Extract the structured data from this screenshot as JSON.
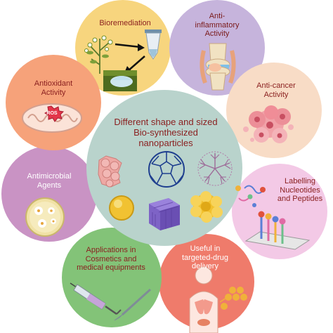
{
  "center": {
    "title": "Different shape and sized Bio-synthesized nanoparticles",
    "color": "#b9d3cc"
  },
  "petals": [
    {
      "key": "bioremediation",
      "label": "Bioremediation",
      "color": "#f7d57e"
    },
    {
      "key": "anti_inflammatory",
      "label": "Anti-inflammatory Activity",
      "color": "#c6b4dc"
    },
    {
      "key": "anti_cancer",
      "label": "Anti-cancer Activity",
      "color": "#f8dcc6"
    },
    {
      "key": "labelling",
      "label": "Labelling Nucleotides and Peptides",
      "color": "#f3c9e6"
    },
    {
      "key": "drug_delivery",
      "label": "Useful in targeted-drug delivery",
      "color": "#ef7b6b"
    },
    {
      "key": "cosmetics",
      "label": "Applications in Cosmetics and medical equipments",
      "color": "#83c378"
    },
    {
      "key": "antimicrobial",
      "label": "Antimicrobial Agents",
      "color": "#c993c4"
    },
    {
      "key": "antioxidant",
      "label": "Antioxidant Activity",
      "color": "#f6a27a"
    }
  ],
  "icons": {
    "ros_text": "ROS"
  }
}
